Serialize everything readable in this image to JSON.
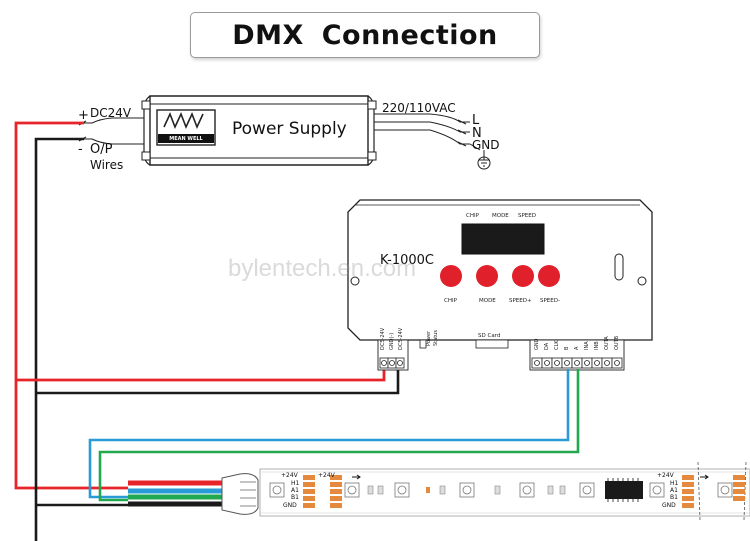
{
  "title": "DMX  Connection",
  "power_supply": {
    "label": "Power Supply",
    "input_label": "220/110VAC",
    "terminals": [
      "L",
      "N",
      "GND"
    ],
    "output_plus": "+",
    "output_label": "DC24V",
    "output_minus": "-",
    "output_wires_label_1": "O/P",
    "output_wires_label_2": "Wires",
    "brand_logo": "MW",
    "brand_name": "MEAN WELL"
  },
  "controller": {
    "model": "K-1000C",
    "display_labels": [
      "CHIP",
      "MODE",
      "SPEED"
    ],
    "buttons": [
      "CHIP",
      "MODE",
      "SPEED+",
      "SPEED-"
    ],
    "power_terminals": [
      "DC5-24V",
      "GND(-)",
      "DC5-24V"
    ],
    "indicators": [
      "Power",
      "Status"
    ],
    "sd_card_label": "SD Card",
    "signal_terminals": [
      "GND",
      "DA",
      "CLK",
      "B",
      "A",
      "INA",
      "INB",
      "OUTA",
      "OUTB"
    ]
  },
  "watermark": "bylentech.en.com",
  "strip": {
    "pads_left": [
      "+24V",
      "+24V",
      "H1",
      "A1",
      "B1",
      "GND"
    ],
    "pads_right": [
      "+24V",
      "H1",
      "A1",
      "B1",
      "GND"
    ]
  },
  "colors": {
    "red_wire": "#e8242b",
    "black_wire": "#1a1a1a",
    "blue_wire": "#2a9bd6",
    "green_wire": "#22a84f",
    "button_red": "#e0202b",
    "pad_orange": "#e58a3c"
  }
}
